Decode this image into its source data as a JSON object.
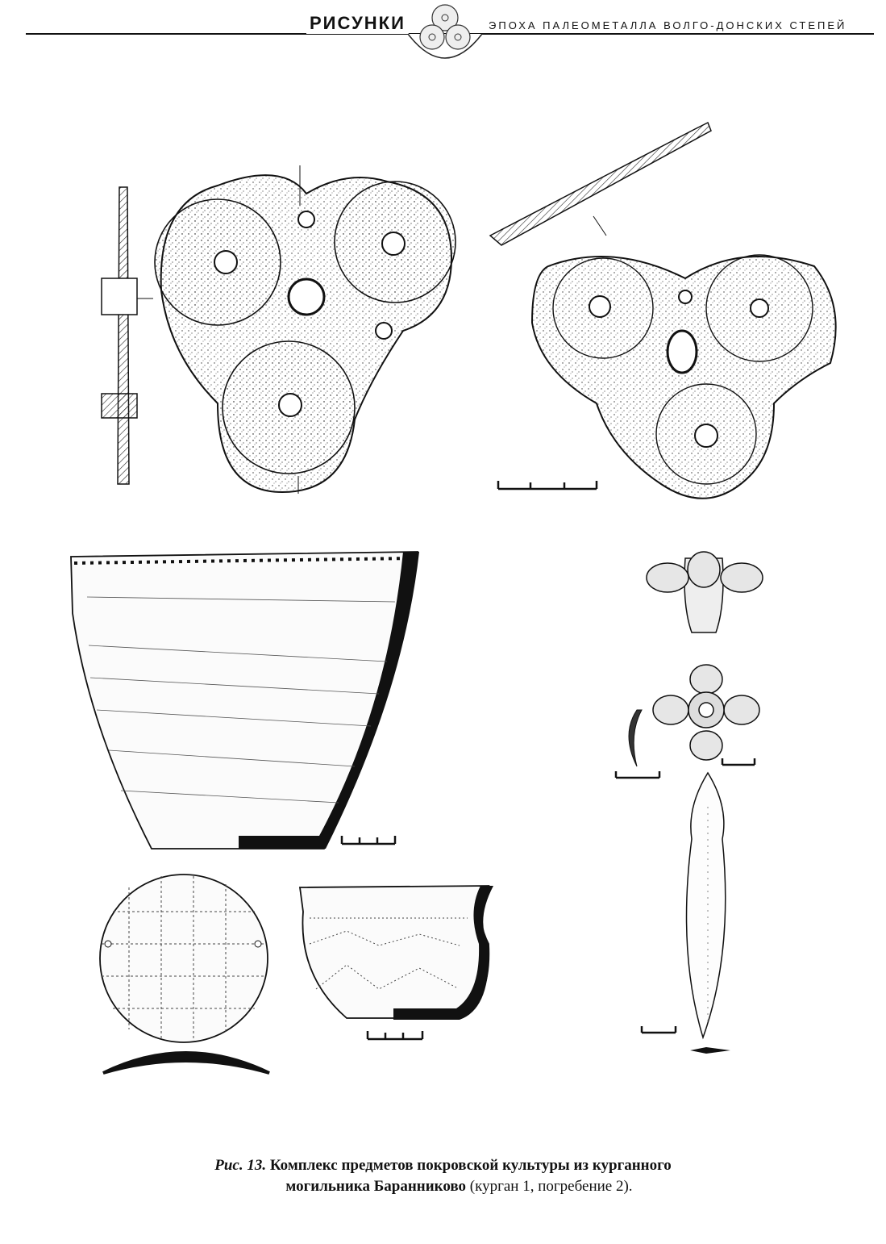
{
  "header": {
    "section": "РИСУНКИ",
    "series": "ЭПОХА ПАЛЕОМЕТАЛЛА ВОЛГО-ДОНСКИХ СТЕПЕЙ"
  },
  "caption": {
    "figure_label": "Рис. 13.",
    "title_bold_1": "Комплекс предметов  покровской культуры из курганного",
    "title_bold_2": "могильника Баранниково",
    "title_plain_2": "(курган 1, погребение 2)."
  }
}
